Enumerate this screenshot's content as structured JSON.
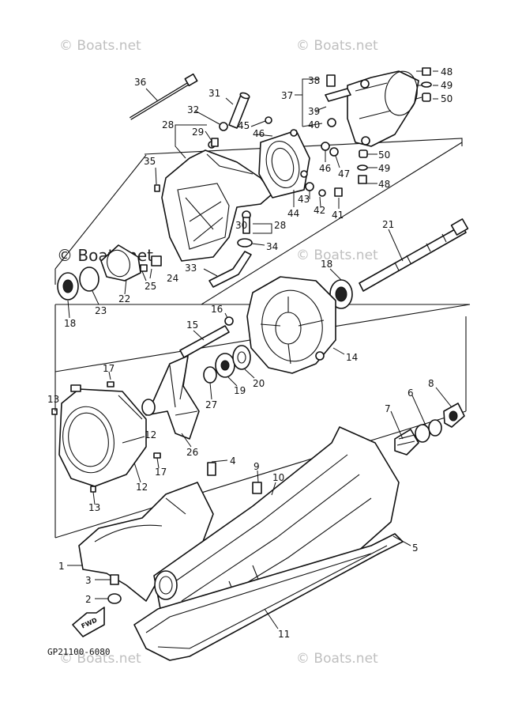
{
  "diagram": {
    "code": "GP21100-6080",
    "fwd_label": "FWD",
    "watermark": "© Boats.net",
    "callouts": [
      "1",
      "2",
      "3",
      "4",
      "5",
      "6",
      "7",
      "8",
      "9",
      "10",
      "11",
      "12",
      "12",
      "13",
      "13",
      "14",
      "15",
      "16",
      "17",
      "17",
      "18",
      "18",
      "19",
      "20",
      "21",
      "22",
      "23",
      "24",
      "25",
      "26",
      "27",
      "28",
      "28",
      "29",
      "30",
      "31",
      "32",
      "33",
      "34",
      "35",
      "36",
      "37",
      "38",
      "39",
      "40",
      "41",
      "42",
      "43",
      "44",
      "45",
      "46",
      "46",
      "47",
      "48",
      "48",
      "49",
      "49",
      "50",
      "50"
    ]
  }
}
